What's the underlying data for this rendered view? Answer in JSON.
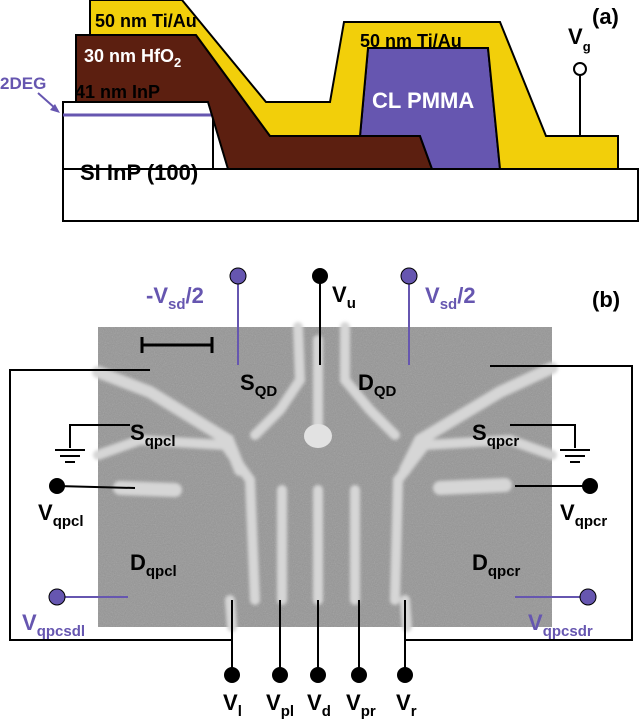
{
  "panel_a": {
    "tag": "(a)",
    "layers": {
      "tiau_left": "50 nm Ti/Au",
      "tiau_right": "50 nm Ti/Au",
      "hfo2_main": "30 nm HfO",
      "hfo2_sub": "2",
      "inp": "41 nm InP",
      "pmma": "CL PMMA",
      "substrate": "SI InP (100)"
    },
    "twodeg": "2DEG",
    "vg_main": "V",
    "vg_sub": "g"
  },
  "panel_b": {
    "tag": "(b)",
    "vsd_neg": {
      "prefix": "-V",
      "sub": "sd",
      "suffix": "/2"
    },
    "vsd_pos": {
      "prefix": "V",
      "sub": "sd",
      "suffix": "/2"
    },
    "vu": {
      "main": "V",
      "sub": "u"
    },
    "sqd": {
      "main": "S",
      "sub": "QD"
    },
    "dqd": {
      "main": "D",
      "sub": "QD"
    },
    "sqpcl": {
      "main": "S",
      "sub": "qpcl"
    },
    "sqpcr": {
      "main": "S",
      "sub": "qpcr"
    },
    "vqpcl": {
      "main": "V",
      "sub": "qpcl"
    },
    "vqpcr": {
      "main": "V",
      "sub": "qpcr"
    },
    "dqpcl": {
      "main": "D",
      "sub": "qpcl"
    },
    "dqpcr": {
      "main": "D",
      "sub": "qpcr"
    },
    "vqpcsdl": {
      "main": "V",
      "sub": "qpcsdl"
    },
    "vqpcsdr": {
      "main": "V",
      "sub": "qpcsdr"
    },
    "bottom": [
      {
        "main": "V",
        "sub": "l"
      },
      {
        "main": "V",
        "sub": "pl"
      },
      {
        "main": "V",
        "sub": "d"
      },
      {
        "main": "V",
        "sub": "pr"
      },
      {
        "main": "V",
        "sub": "r"
      }
    ]
  },
  "colors": {
    "gold": "#f2cf0a",
    "brown": "#5c1f10",
    "purple": "#6656b0",
    "sem_gray": "#969696",
    "gate": "#d9d9d9"
  }
}
